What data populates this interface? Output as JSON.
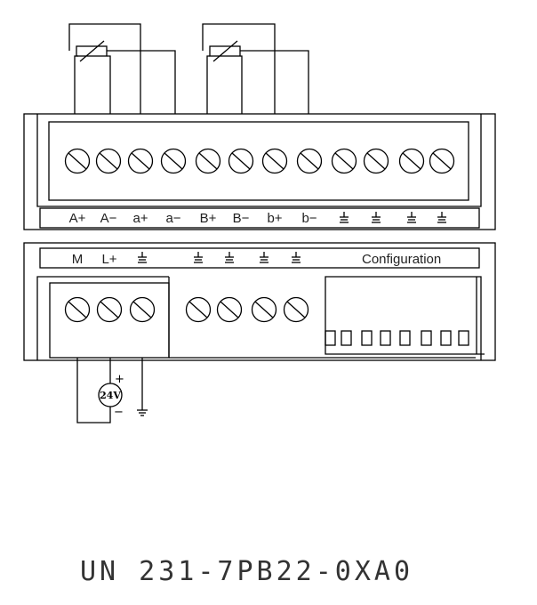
{
  "top_terminals": {
    "labels": [
      "A+",
      "A−",
      "a+",
      "a−",
      "B+",
      "B−",
      "b+",
      "b−",
      "⏚",
      "⏚",
      "⏚",
      "⏚"
    ]
  },
  "bottom_terminals": {
    "labels": [
      "M",
      "L+",
      "⏚",
      "⏚",
      "⏚",
      "⏚",
      "⏚"
    ],
    "config_label": "Configuration"
  },
  "power_supply": {
    "label": "24V",
    "plus": "+",
    "minus": "−"
  },
  "module_title": "UN 231-7PB22-0XA0"
}
